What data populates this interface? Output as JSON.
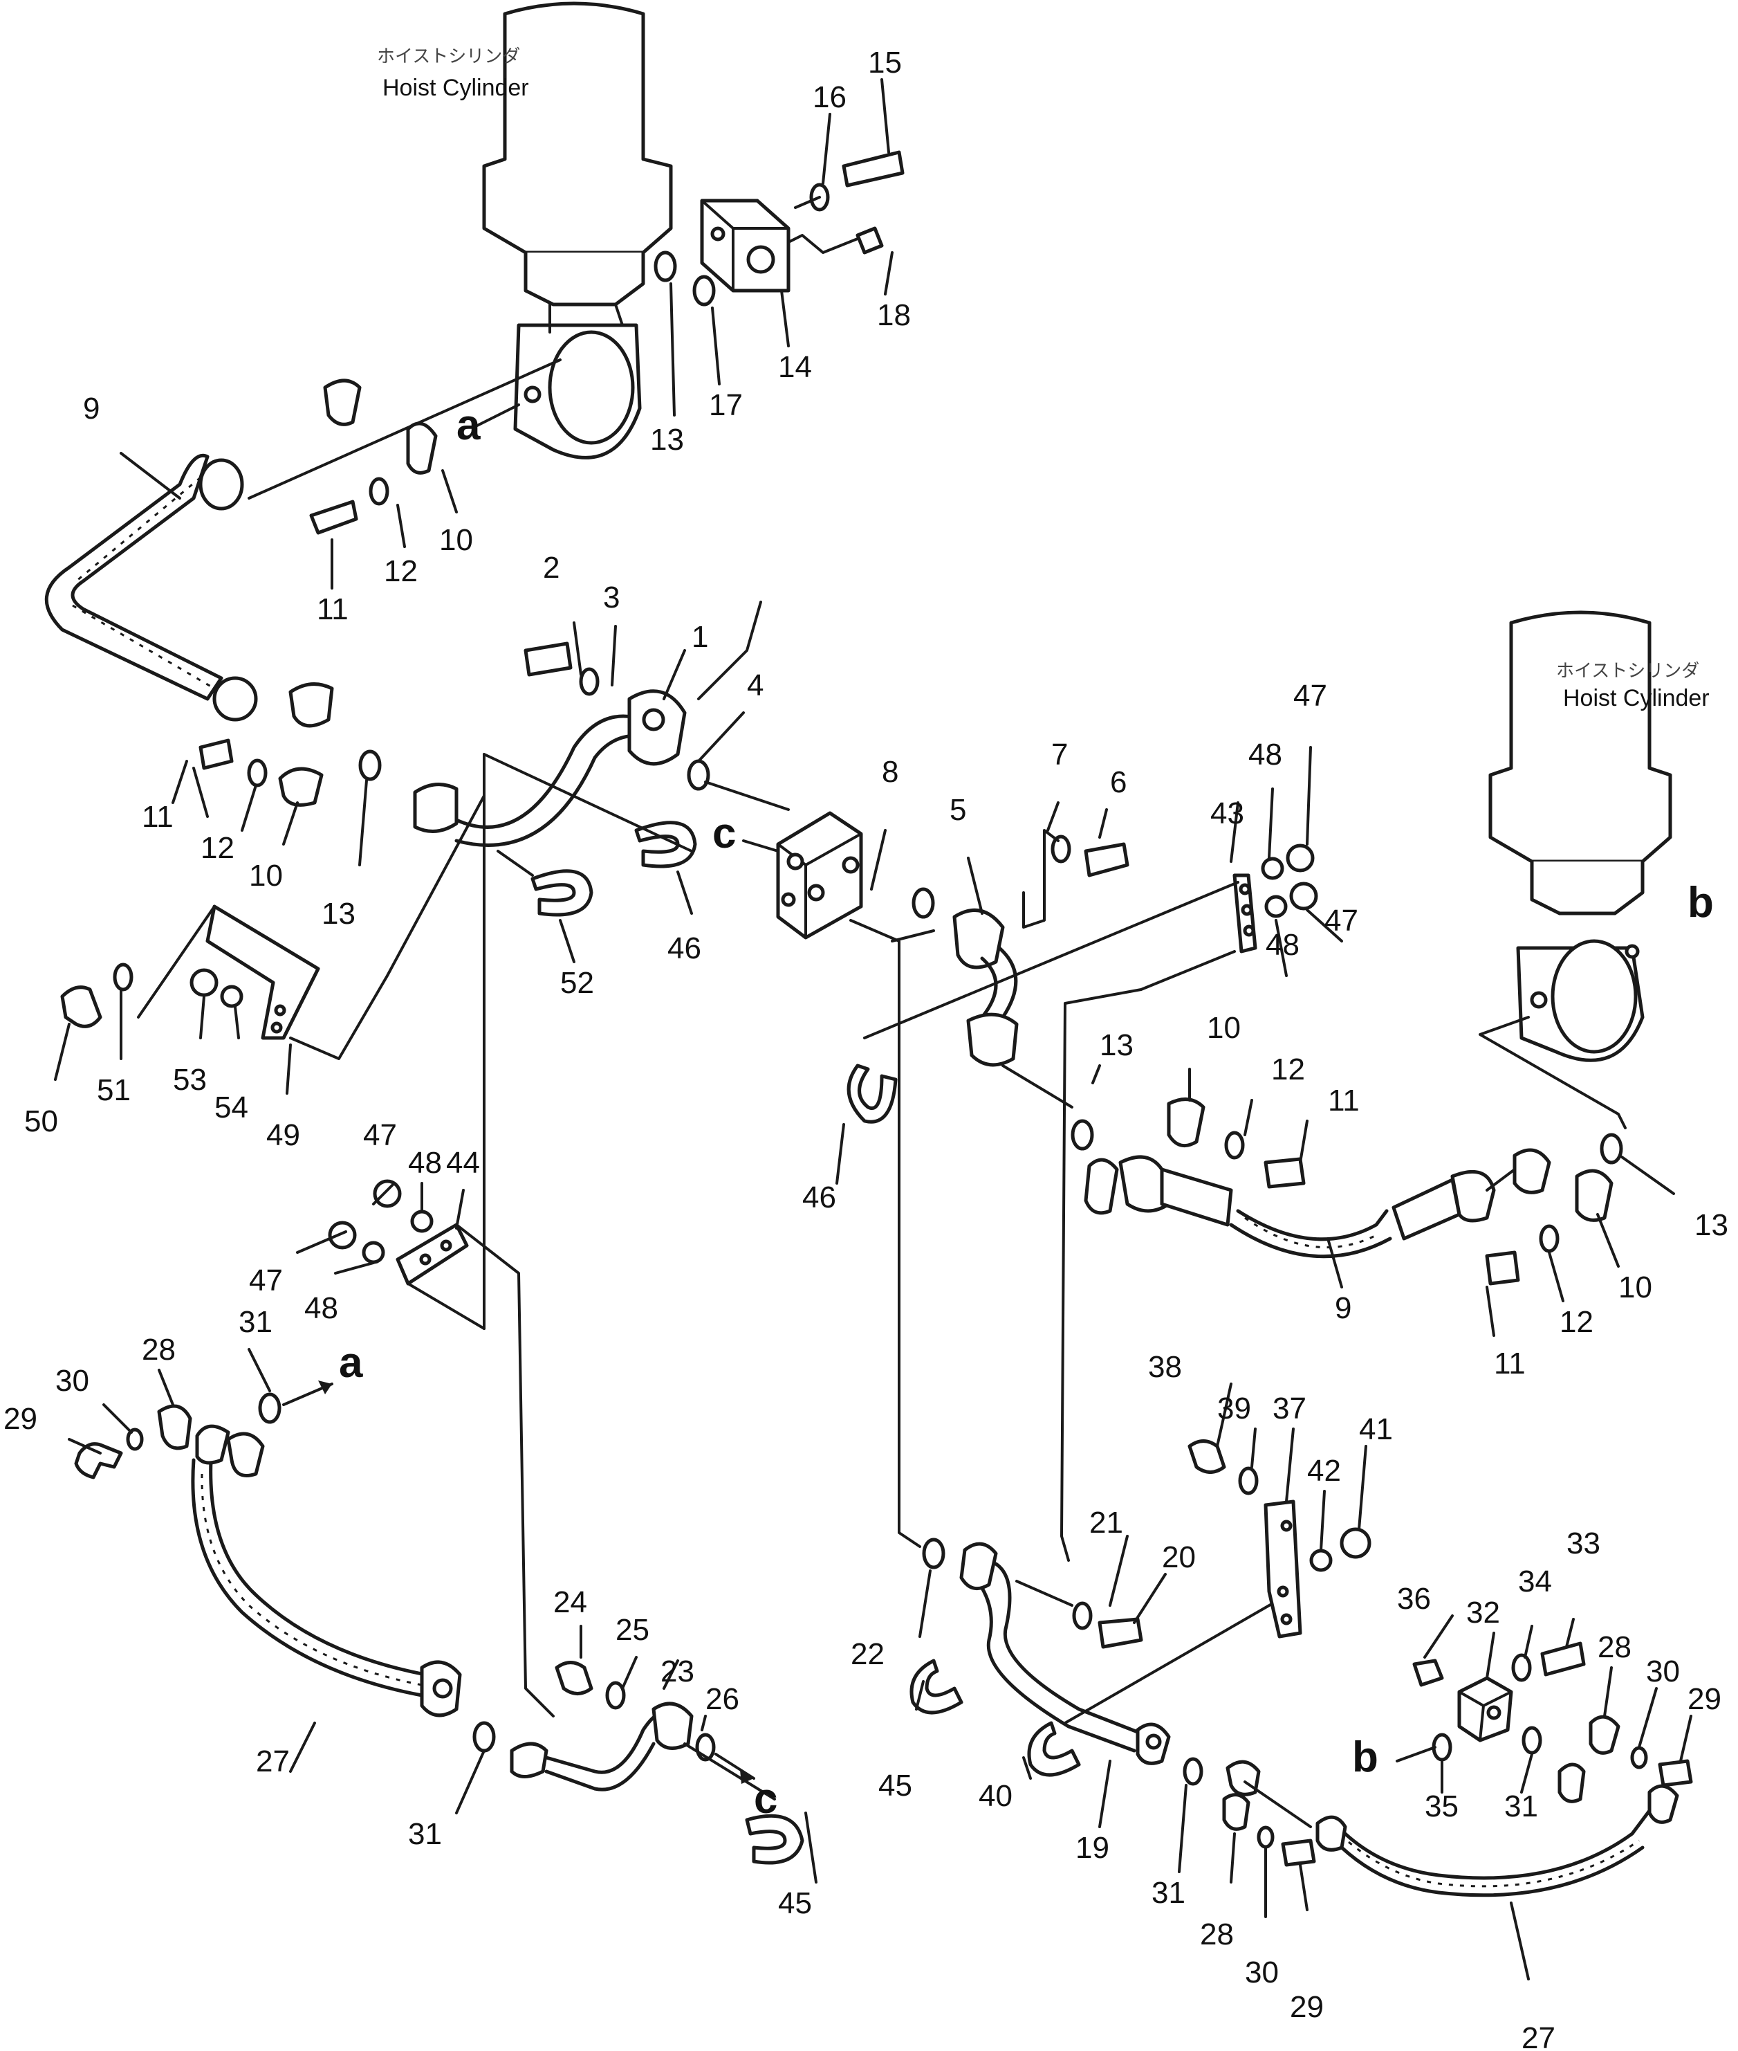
{
  "cylinder_labels": {
    "left_jp": "ホイストシリンダ",
    "left_en": "Hoist  Cylinder",
    "right_jp": "ホイストシリンダ",
    "right_en": "Hoist  Cylinder"
  },
  "connection_labels": {
    "a_top": "a",
    "a_lower": "a",
    "b_right": "b",
    "b_lower": "b",
    "c_block": "c",
    "c_lower": "c"
  },
  "part_numbers": {
    "p1": "1",
    "p2": "2",
    "p3": "3",
    "p4": "4",
    "p5": "5",
    "p6": "6",
    "p7": "7",
    "p8": "8",
    "p9a": "9",
    "p9b": "9",
    "p10a": "10",
    "p10b": "10",
    "p10c": "10",
    "p10d": "10",
    "p11a": "11",
    "p11b": "11",
    "p11c": "11",
    "p11d": "11",
    "p12a": "12",
    "p12b": "12",
    "p12c": "12",
    "p12d": "12",
    "p13a": "13",
    "p13b": "13",
    "p13c": "13",
    "p13d": "13",
    "p14": "14",
    "p15": "15",
    "p16": "16",
    "p17": "17",
    "p18": "18",
    "p19": "19",
    "p20": "20",
    "p21": "21",
    "p22": "22",
    "p23": "23",
    "p24": "24",
    "p25": "25",
    "p26": "26",
    "p27a": "27",
    "p27b": "27",
    "p28a": "28",
    "p28b": "28",
    "p28c": "28",
    "p29a": "29",
    "p29b": "29",
    "p29c": "29",
    "p30a": "30",
    "p30b": "30",
    "p30c": "30",
    "p31a": "31",
    "p31b": "31",
    "p31c": "31",
    "p31d": "31",
    "p32": "32",
    "p33": "33",
    "p34": "34",
    "p35": "35",
    "p36": "36",
    "p37": "37",
    "p38": "38",
    "p39": "39",
    "p40": "40",
    "p41": "41",
    "p42": "42",
    "p43": "43",
    "p44": "44",
    "p45a": "45",
    "p45b": "45",
    "p46a": "46",
    "p46b": "46",
    "p47a": "47",
    "p47b": "47",
    "p47c": "47",
    "p47d": "47",
    "p48a": "48",
    "p48b": "48",
    "p48c": "48",
    "p48d": "48",
    "p49": "49",
    "p50": "50",
    "p51": "51",
    "p52": "52",
    "p53": "53",
    "p54": "54"
  }
}
